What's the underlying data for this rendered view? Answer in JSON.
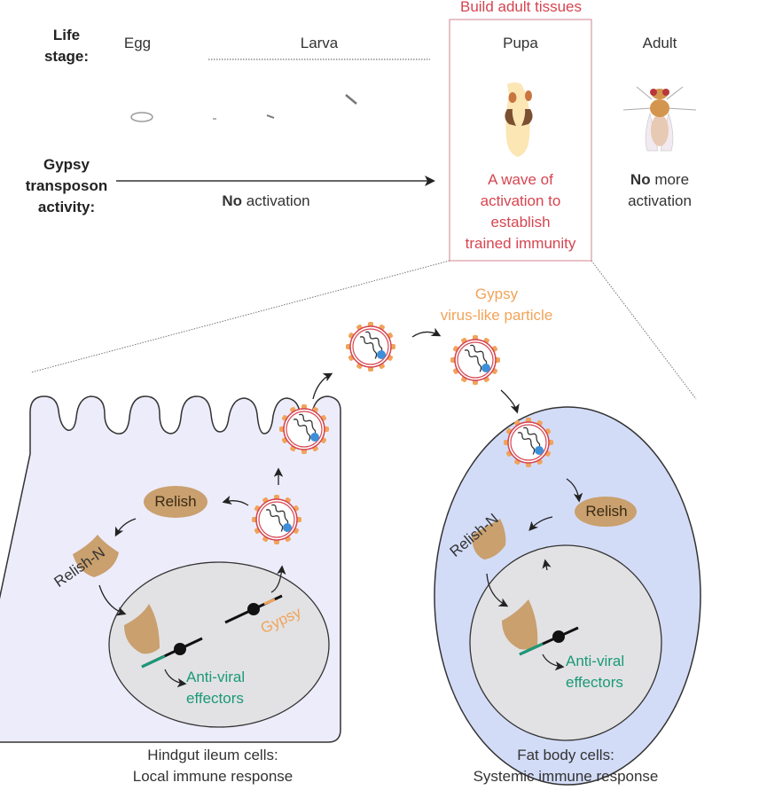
{
  "header": {
    "life_stage_label": [
      "Life",
      "stage:"
    ],
    "stages": [
      "Egg",
      "Larva",
      "Pupa",
      "Adult"
    ],
    "pupa_box_title": "Build adult tissues",
    "activity_label": [
      "Gypsy",
      "transposon",
      "activity:"
    ],
    "no_activation_bold": "No",
    "no_activation_rest": " activation",
    "pupa_activity": [
      "A wave of",
      "activation to",
      "establish",
      "trained immunity"
    ],
    "adult_bold": "No",
    "adult_rest": [
      " more",
      "activation"
    ]
  },
  "vlp_label": [
    "Gypsy",
    "virus-like particle"
  ],
  "hindgut": {
    "relish": "Relish",
    "relish_n": "Relish-N",
    "gypsy_gene": "Gypsy",
    "effectors": [
      "Anti-viral",
      "effectors"
    ],
    "caption": [
      "Hindgut ileum cells:",
      "Local immune response"
    ]
  },
  "fatbody": {
    "relish": "Relish",
    "relish_n": "Relish-N",
    "effectors": [
      "Anti-viral",
      "effectors"
    ],
    "caption": [
      "Fat body cells:",
      "Systemic immune response"
    ]
  },
  "colors": {
    "highlight_red": "#d64550",
    "vlp_orange": "#f0a45a",
    "effector_green": "#1a9a78",
    "relish_tan": "#c9a06e",
    "hindgut_fill": "#edecfb",
    "fatbody_fill": "#d3dcf7",
    "nucleus_fill": "#e2e2e4"
  }
}
